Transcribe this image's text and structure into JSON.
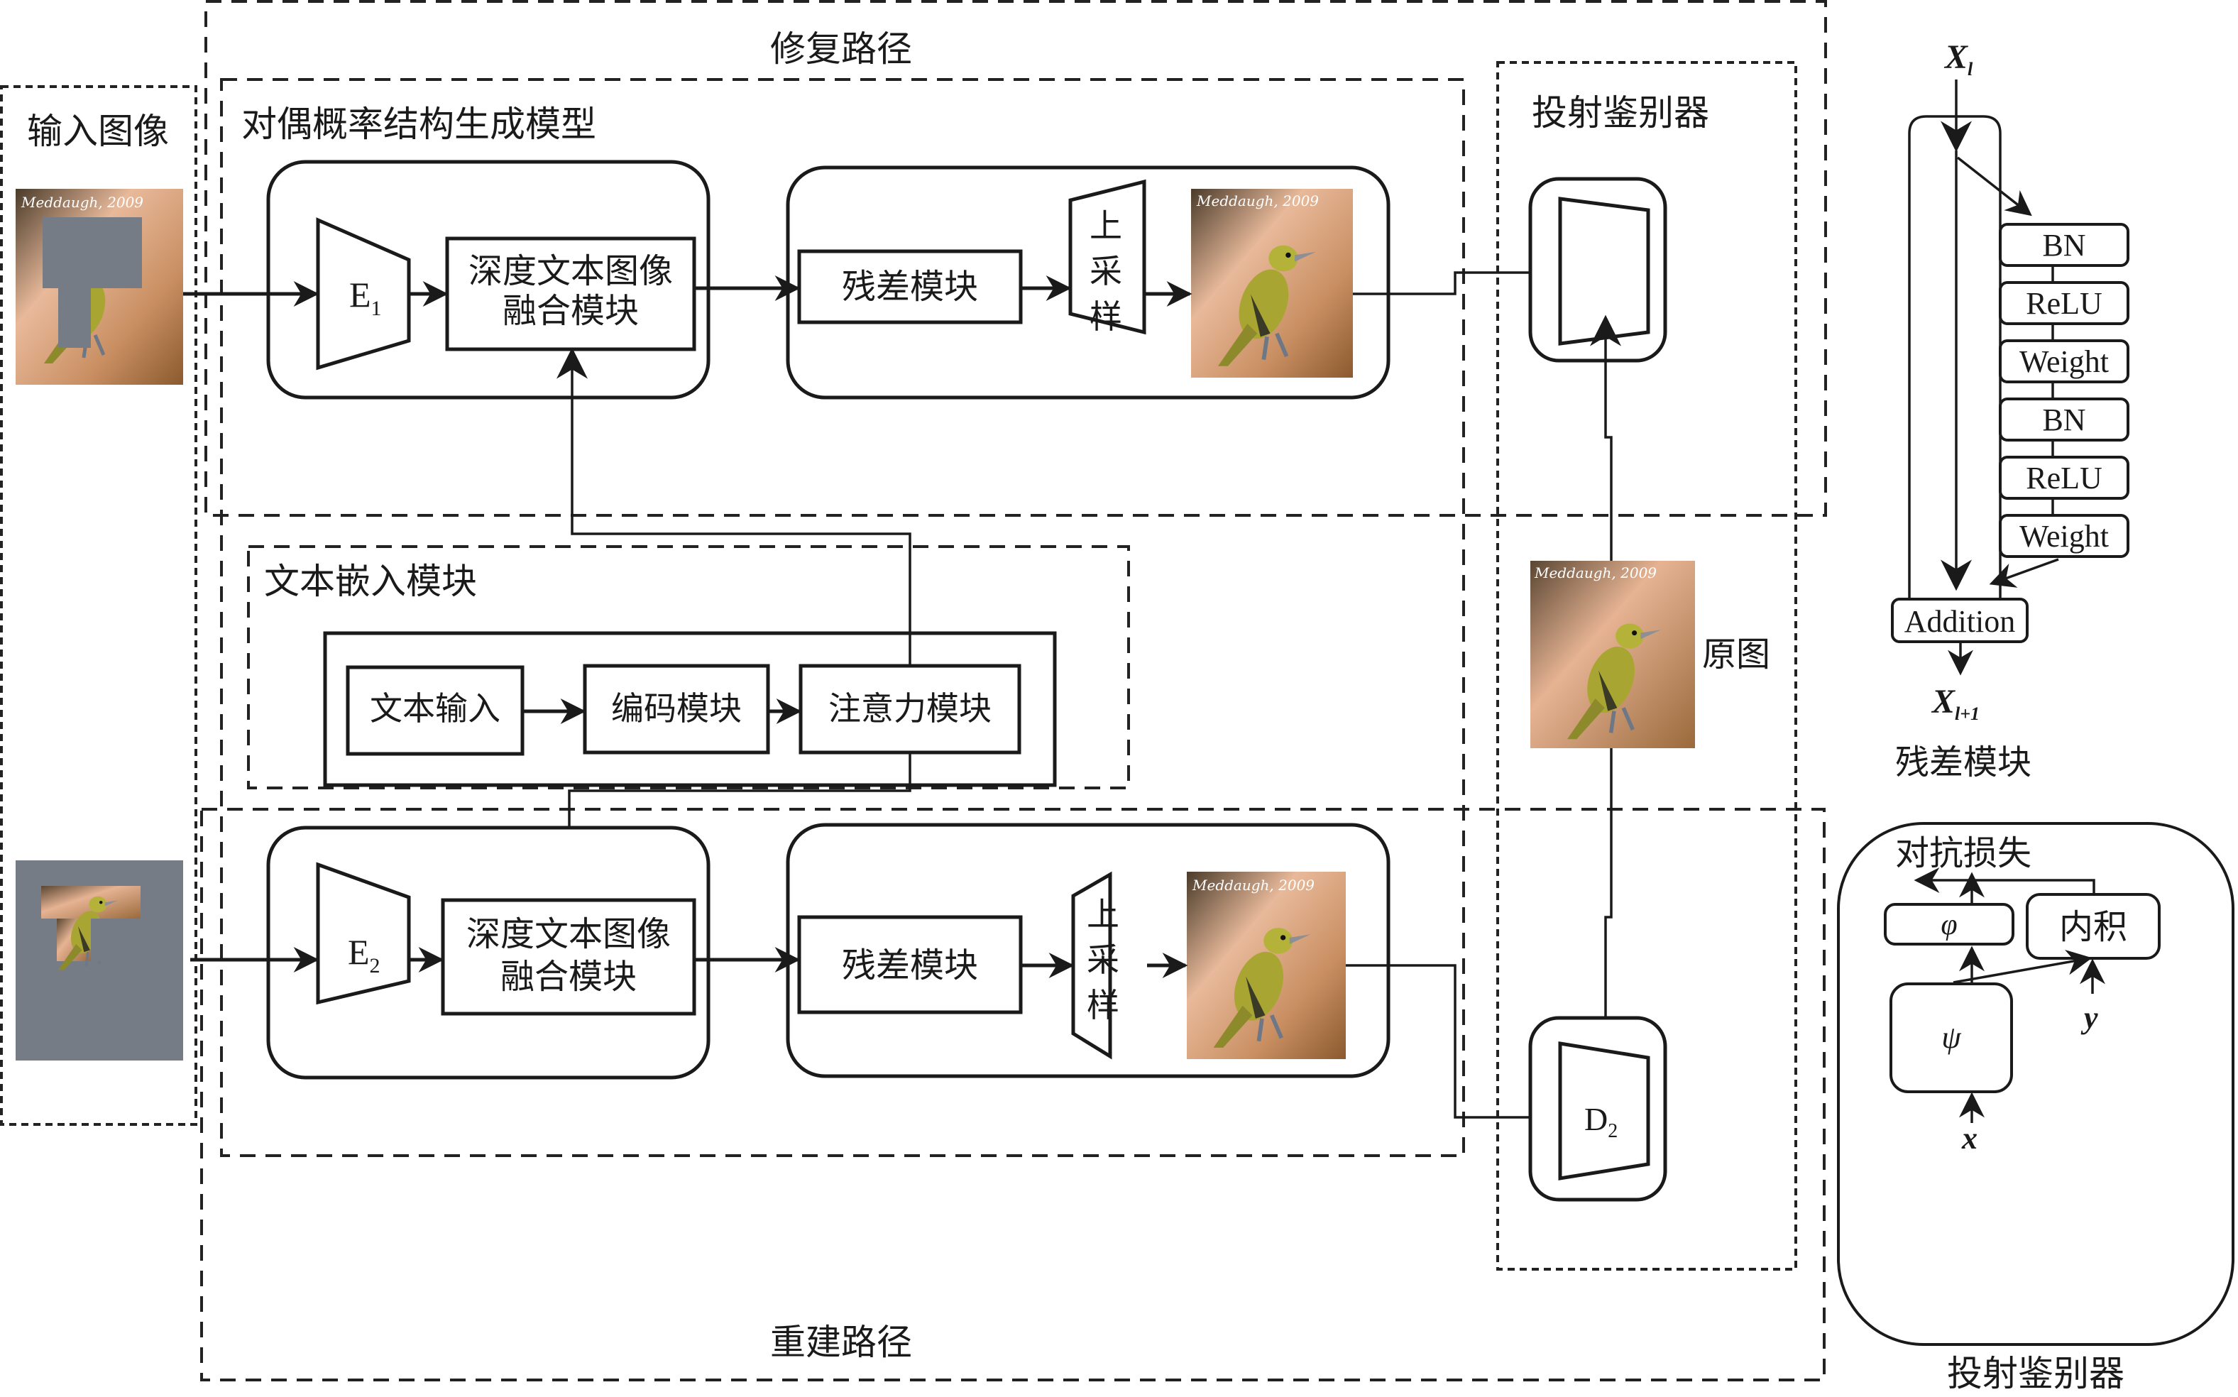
{
  "diagram": {
    "regions": {
      "repair_path": "修复路径",
      "reconstruct_path": "重建路径",
      "input_images": "输入图像",
      "dual_prob_model": "对偶概率结构生成模型",
      "text_embed": "文本嵌入模块",
      "proj_discriminator": "投射鉴别器"
    },
    "repair_branch": {
      "encoder": "E",
      "encoder_sub": "1",
      "fusion_line1": "深度文本图像",
      "fusion_line2": "融合模块",
      "residual": "残差模块",
      "upsample": [
        "上",
        "采",
        "样"
      ]
    },
    "reconstruct_branch": {
      "encoder": "E",
      "encoder_sub": "2",
      "fusion_line1": "深度文本图像",
      "fusion_line2": "融合模块",
      "residual": "残差模块",
      "upsample": [
        "上",
        "采",
        "样"
      ]
    },
    "text_module": {
      "input": "文本输入",
      "encoder": "编码模块",
      "attention": "注意力模块"
    },
    "discriminator": {
      "d2": "D",
      "d2_sub": "2",
      "original_label": "原图"
    },
    "image_watermark": "Meddaugh, 2009",
    "residual_block": {
      "title": "残差模块",
      "input": "X",
      "input_sub": "l",
      "output": "X",
      "output_sub": "l+1",
      "layers": [
        "BN",
        "ReLU",
        "Weight",
        "BN",
        "ReLU",
        "Weight"
      ],
      "addition": "Addition"
    },
    "projection_discriminator": {
      "title": "投射鉴别器",
      "loss": "对抗损失",
      "phi": "φ",
      "psi": "ψ",
      "inner_product": "内积",
      "x": "x",
      "y": "y"
    }
  }
}
